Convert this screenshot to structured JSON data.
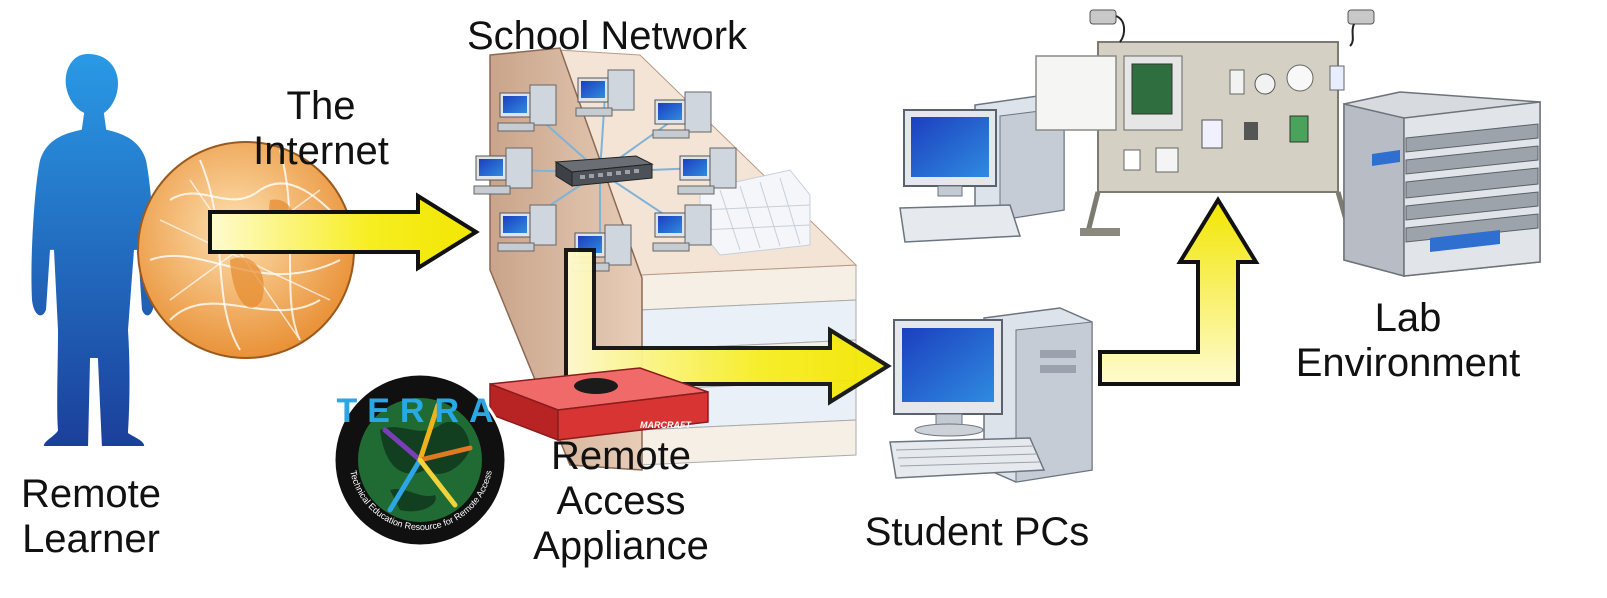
{
  "labels": {
    "remote_learner": [
      "Remote",
      "Learner"
    ],
    "internet": [
      "The",
      "Internet"
    ],
    "school_network": "School Network",
    "remote_access_appliance": [
      "Remote",
      "Access",
      "Appliance"
    ],
    "student_pcs": "Student PCs",
    "lab_environment": [
      "Lab",
      "Environment"
    ]
  },
  "logo": {
    "name": "TERRA",
    "tagline": "Technical Education Resource for Remote Access"
  },
  "appliance_brand": "MARCRAFT",
  "colors": {
    "person": "#1e73c8",
    "globe": "#f2a54a",
    "arrow_fill": "#f7ee22",
    "arrow_stroke": "#111111",
    "appliance": "#e23b3b",
    "rack": "#b8bcc4"
  }
}
